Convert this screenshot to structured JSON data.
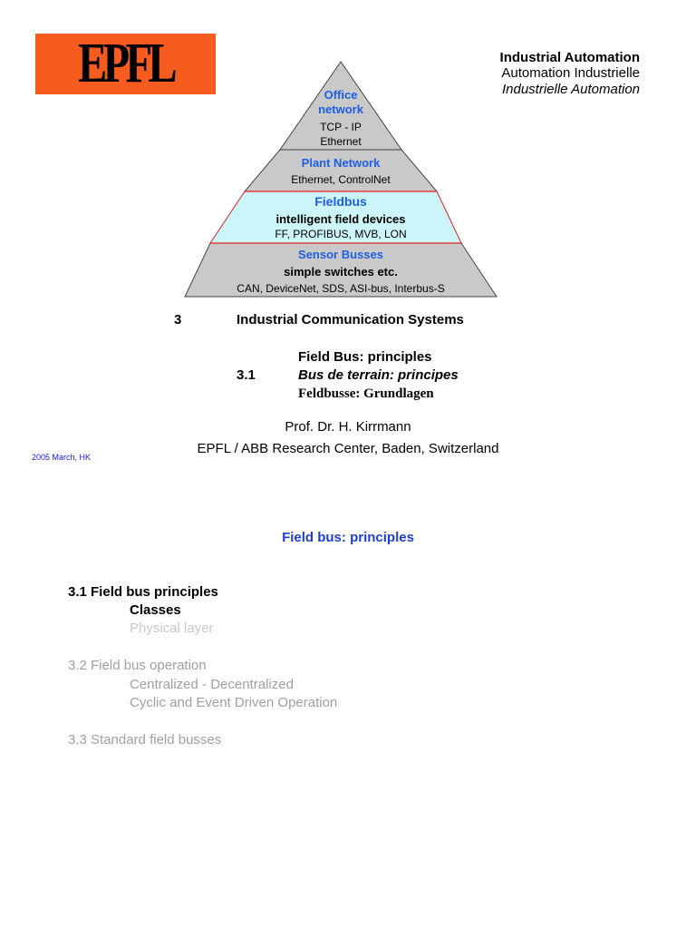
{
  "logo": {
    "text": "EPFL",
    "color": "#f55c1e"
  },
  "header": {
    "title_en": "Industrial Automation",
    "title_fr": "Automation Industrielle",
    "title_de": "Industrielle Automation"
  },
  "pyramid": {
    "office": {
      "title": "Office\nnetwork",
      "line1": "TCP - IP",
      "line2": "Ethernet"
    },
    "plant": {
      "title": "Plant Network",
      "line1": "Ethernet, ControlNet"
    },
    "fieldbus": {
      "title": "Fieldbus",
      "line1": "intelligent field devices",
      "line2": "FF, PROFIBUS, MVB, LON"
    },
    "sensor": {
      "title": "Sensor Busses",
      "line1": "simple switches etc.",
      "line2": "CAN,  DeviceNet, SDS, ASI-bus, Interbus-S"
    },
    "colors": {
      "gray": "#c9c9c9",
      "cyan": "#ccf5f9",
      "red_line": "#e0201e",
      "label_blue": "#1e5ee6"
    }
  },
  "chapter": {
    "number": "3",
    "title": "Industrial Communication Systems"
  },
  "section": {
    "number": "3.1",
    "title_en": "Field Bus: principles",
    "title_fr": "Bus de terrain: principes",
    "title_de": "Feldbusse: Grundlagen"
  },
  "author": "Prof. Dr. H. Kirrmann",
  "affiliation": "EPFL / ABB Research Center, Baden, Switzerland",
  "footer_date": "2005 March, HK",
  "slide_title": "Field bus: principles",
  "toc": {
    "s31": "3.1 Field bus principles",
    "s31_classes": "Classes",
    "s31_physical": "Physical layer",
    "s32": "3.2 Field bus operation",
    "s32_central": "Centralized - Decentralized",
    "s32_cyclic": "Cyclic and Event Driven Operation",
    "s33": "3.3 Standard field busses"
  }
}
